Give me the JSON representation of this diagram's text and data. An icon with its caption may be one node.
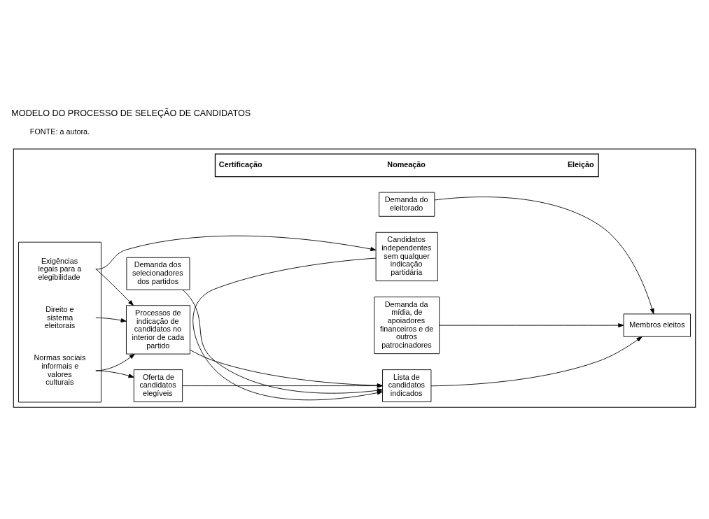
{
  "diagram": {
    "title": "MODELO DO PROCESSO DE SELEÇÃO DE CANDIDATOS",
    "caption": "FONTE: a autora.",
    "nodes": [
      {
        "text": [],
        "shape": "box"
      },
      {
        "text": [
          "Certificação",
          "Nomeação",
          "Eleição"
        ],
        "in": 0
      },
      {
        "text": [
          "Exigências legais para a elegibilidade",
          "Direito e sistema eleitorais",
          "Normas sociais informais e valores culturais"
        ],
        "in": 0
      },
      {
        "text": [
          "Candidatos independentes sem qualquer indicação partidária"
        ],
        "in": 0
      },
      {
        "text": [
          "Demanda dos selecionadores dos partidos"
        ],
        "in": 0
      },
      {
        "text": [
          "Processos de indicação de candidatos no interior de cada partido"
        ],
        "in": 0
      },
      {
        "text": [
          "Lista de candidatos indicados"
        ],
        "in": 0
      },
      {
        "text": [
          "Oferta de candidatos elegíveis"
        ],
        "in": 0
      },
      {
        "text": [
          "Demanda do eleitorado"
        ],
        "in": 0
      },
      {
        "text": [
          "Membros eleitos"
        ],
        "in": 0
      },
      {
        "text": [
          "Demanda da mídia, de apoiadores financeiros e de outros patrocinadores"
        ],
        "in": 0
      }
    ],
    "edges": [
      {
        "from": 2,
        "to": 3,
        "arrow": "to"
      },
      {
        "from": 2,
        "to": 5,
        "arrow": "to"
      },
      {
        "from": 2,
        "to": 5,
        "arrow": "to"
      },
      {
        "from": 2,
        "to": 5,
        "arrow": "to"
      },
      {
        "from": 2,
        "to": 7,
        "arrow": "to"
      },
      {
        "from": 5,
        "to": 6,
        "arrow": "to"
      },
      {
        "from": 4,
        "to": 6,
        "arrow": "to"
      },
      {
        "from": 7,
        "to": 6,
        "arrow": "to"
      },
      {
        "from": 3,
        "to": 6,
        "arrow": "to"
      },
      {
        "from": 6,
        "to": 9,
        "arrow": "to"
      },
      {
        "from": 8,
        "to": 9,
        "arrow": "to"
      },
      {
        "from": 10,
        "to": 9,
        "arrow": "to"
      }
    ]
  }
}
